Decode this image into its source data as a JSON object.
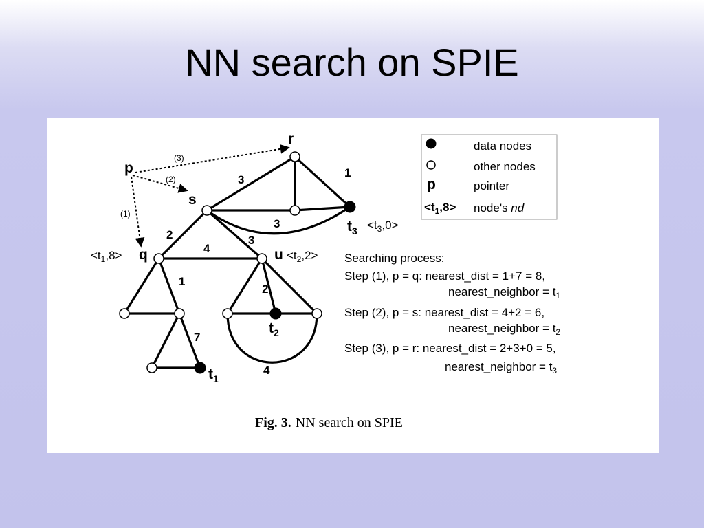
{
  "slide": {
    "title": "NN search on SPIE"
  },
  "diagram": {
    "nodes": {
      "p": "p",
      "r": "r",
      "s": "s",
      "q": "q",
      "u": "u",
      "t1": "t",
      "t1_sub": "1",
      "t2": "t",
      "t2_sub": "2",
      "t3": "t",
      "t3_sub": "3"
    },
    "node_nd": {
      "q": {
        "open": "<t",
        "sub": "1",
        "close": ",8>"
      },
      "u": {
        "open": "<t",
        "sub": "2",
        "close": ",2>"
      },
      "t3": {
        "open": "<t",
        "sub": "3",
        "close": ",0>"
      }
    },
    "pointer_steps": {
      "step1": "(1)",
      "step2": "(2)",
      "step3": "(3)"
    },
    "edge_weights": {
      "s_r": "3",
      "r_t3": "1",
      "s_t3_arc": "3",
      "s_q": "2",
      "q_u": "4",
      "s_u": "3",
      "q_mid": "1",
      "mid_t1": "7",
      "u_t2": "2",
      "bottom_arc": "4"
    }
  },
  "legend": {
    "data_nodes": "data nodes",
    "other_nodes": "other nodes",
    "pointer_symbol": "p",
    "pointer": "pointer",
    "nd_symbol": {
      "open": "<t",
      "sub": "1",
      "close": ",8>"
    },
    "nd_label_prefix": "node's ",
    "nd_label_italic": "nd"
  },
  "process": {
    "heading": "Searching process:",
    "step1_line1": "Step (1), p = q: nearest_dist = 1+7 = 8,",
    "step1_line2": "nearest_neighbor = t",
    "step1_sub": "1",
    "step2_line1": "Step (2), p = s: nearest_dist = 4+2 = 6,",
    "step2_line2": "nearest_neighbor = t",
    "step2_sub": "2",
    "step3_line1": "Step (3), p = r: nearest_dist = 2+3+0 = 5,",
    "step3_line2": "nearest_neighbor = t",
    "step3_sub": "3"
  },
  "caption": {
    "prefix": "Fig. 3.",
    "text": "NN search on SPIE"
  }
}
